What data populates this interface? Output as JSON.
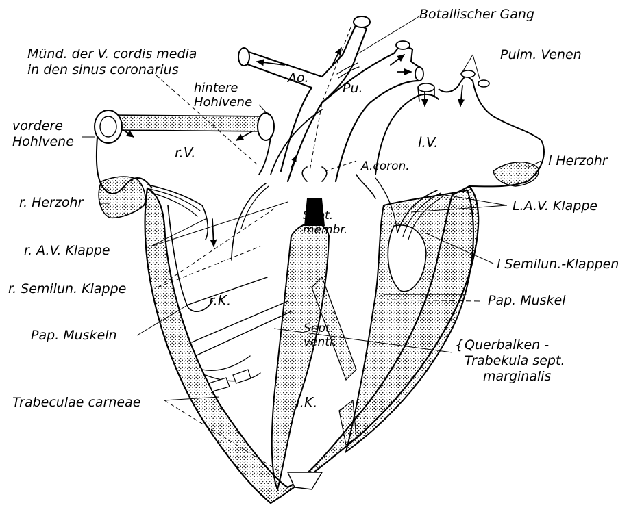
{
  "labels": {
    "botallischer_gang": "Botallischer Gang",
    "muend_line1": "Münd. der V. cordis media",
    "muend_line2": "in den sinus coronarius",
    "hintere_line1": "hintere",
    "hintere_line2": "Hohlvene",
    "pulm_venen": "Pulm. Venen",
    "vordere_line1": "vordere",
    "vordere_line2": "Hohlvene",
    "ao": "Ao.",
    "pu": "Pu.",
    "rv": "r.V.",
    "lv": "l.V.",
    "a_coron": "A.coron.",
    "l_herzohr": "l Herzohr",
    "r_herzohr": "r. Herzohr",
    "sept_membr_line1": "Sept.",
    "sept_membr_line2": "membr.",
    "lav_klappe": "L.A.V. Klappe",
    "rav_klappe": "r. A.V. Klappe",
    "l_semilun": "l Semilun.-Klappen",
    "r_semilun": "r. Semilun. Klappe",
    "pap_muskel": "Pap. Muskel",
    "rk": "r.K.",
    "pap_muskeln": "Pap. Muskeln",
    "sept_ventr_line1": "Sept.",
    "sept_ventr_line2": "ventr.",
    "querbalken_line1": "Querbalken -",
    "querbalken_line2": "Trabekula sept.",
    "querbalken_line3": "marginalis",
    "lk": "l.K.",
    "trabeculae": "Trabeculae carneae"
  },
  "colors": {
    "ink": "#000000",
    "paper": "#ffffff",
    "stipple": "#000000"
  }
}
